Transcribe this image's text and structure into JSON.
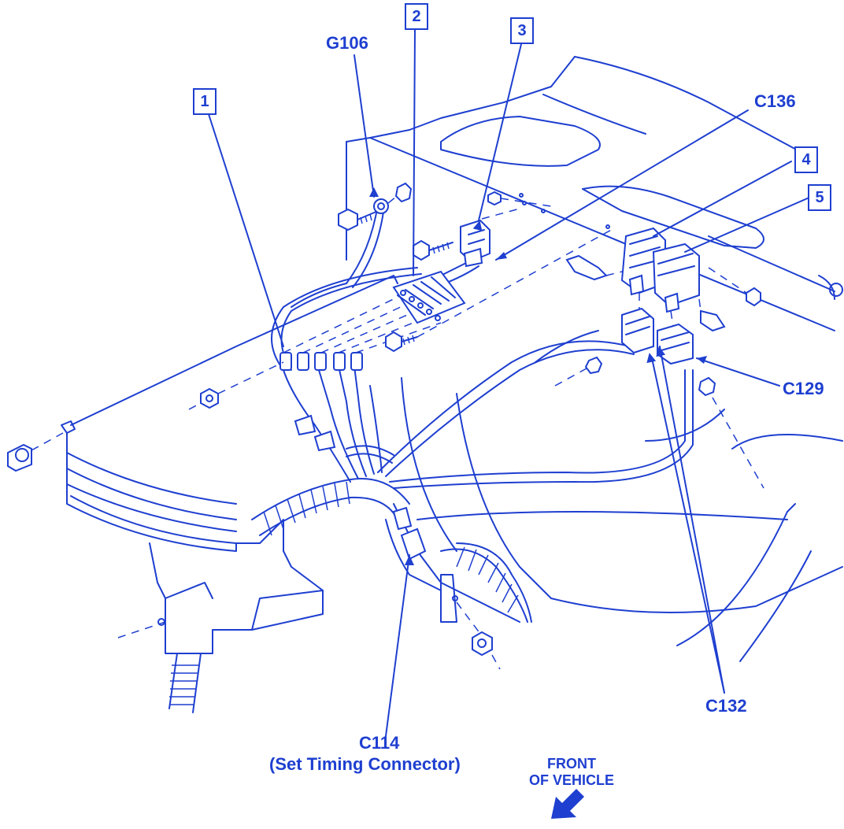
{
  "callouts": {
    "box1": "1",
    "box2": "2",
    "box3": "3",
    "box4": "4",
    "box5": "5"
  },
  "labels": {
    "g106": "G106",
    "c136": "C136",
    "c129": "C129",
    "c132": "C132",
    "c114": "C114",
    "c114_sub": "(Set Timing Connector)",
    "front_line1": "FRONT",
    "front_line2": "OF VEHICLE"
  },
  "colors": {
    "ink": "#1e3fd0",
    "background": "#ffffff"
  }
}
